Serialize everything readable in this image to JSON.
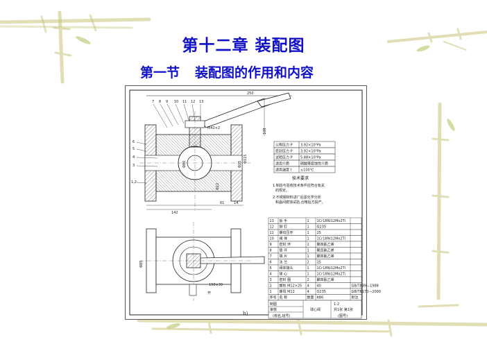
{
  "slide": {
    "chapter_title": "第十二章 装配图",
    "section_number": "第一节",
    "section_title": "装配图的作用和内容"
  },
  "drawing": {
    "top_dims": {
      "overall_width": "250",
      "height": "108",
      "left_len": "142",
      "len_61": "61",
      "len_14": "14"
    },
    "balloons": [
      "7",
      "8",
      "9",
      "10",
      "11",
      "12",
      "13"
    ],
    "left_balloons": [
      "6",
      "5",
      "4",
      "3",
      "1,2"
    ],
    "thread": "M42×2",
    "dia_labels": [
      "Φ115",
      "Φ25",
      "Φ80",
      "Φ12"
    ],
    "spec_table": [
      [
        "公称压力 P",
        "3.92×10³Pa"
      ],
      [
        "密封压力 P",
        "3.92×10³Pa"
      ],
      [
        "试验压力 P",
        "5.88×10³Pa"
      ],
      [
        "适用介质",
        "硝酸等腐蚀性介质"
      ],
      [
        "适用温度 t",
        "≤100℃"
      ]
    ],
    "tech_req_title": "技术要求",
    "tech_req": [
      "1.制造与验收技术条件应符合有关",
      "的规定。",
      "2.不锈钢材料进厂后需化学分析",
      "和晶间腐蚀试验,合格后方投产。"
    ],
    "bom_rows": [
      [
        "13",
        "扳",
        "手",
        "1",
        "1Cr18Ni12Mo2Ti",
        ""
      ],
      [
        "12",
        "铆",
        "钉",
        "1",
        "Q235",
        ""
      ],
      [
        "11",
        "螺纹压环",
        "",
        "1",
        "25",
        ""
      ],
      [
        "10",
        "阀",
        "体",
        "1",
        "1Cr18Ni12Mo2Ti",
        ""
      ],
      [
        "9",
        "密封",
        "环",
        "1",
        "聚四氟乙烯",
        ""
      ],
      [
        "8",
        "垫",
        "环",
        "1",
        "聚四氟乙烯",
        ""
      ],
      [
        "7",
        "填",
        "片",
        "1",
        "聚四氟乙烯",
        ""
      ],
      [
        "6",
        "法",
        "兰",
        "2",
        "25",
        ""
      ],
      [
        "5",
        "阀体接头",
        "",
        "1",
        "1Cr18Ni12Mo2Ti",
        ""
      ],
      [
        "4",
        "球",
        "心",
        "1",
        "1Cr18Ni12Mo2Ti",
        ""
      ],
      [
        "3",
        "密封",
        "圈",
        "2",
        "聚四氟乙烯",
        ""
      ],
      [
        "2",
        "螺柱 M12×25",
        "",
        "4",
        "40",
        "GB/T899—1988"
      ],
      [
        "1",
        "螺母 M12",
        "",
        "4",
        "Q235",
        "GB/T6170—2000"
      ]
    ],
    "bom_header": [
      "序号",
      "名",
      "称",
      "数量",
      "材料",
      "附注"
    ],
    "title_block": {
      "name": "球心阀",
      "scale": "1:2",
      "sheet": "共1张 第1张",
      "drawn": "制图",
      "checked": "审核",
      "unit": "(校名,班号)",
      "drawing_no": "(图号)"
    },
    "bottom_dims": {
      "d85": "Φ85",
      "d190": "190×39"
    },
    "open_label": "开",
    "fig_caption": "b)"
  }
}
